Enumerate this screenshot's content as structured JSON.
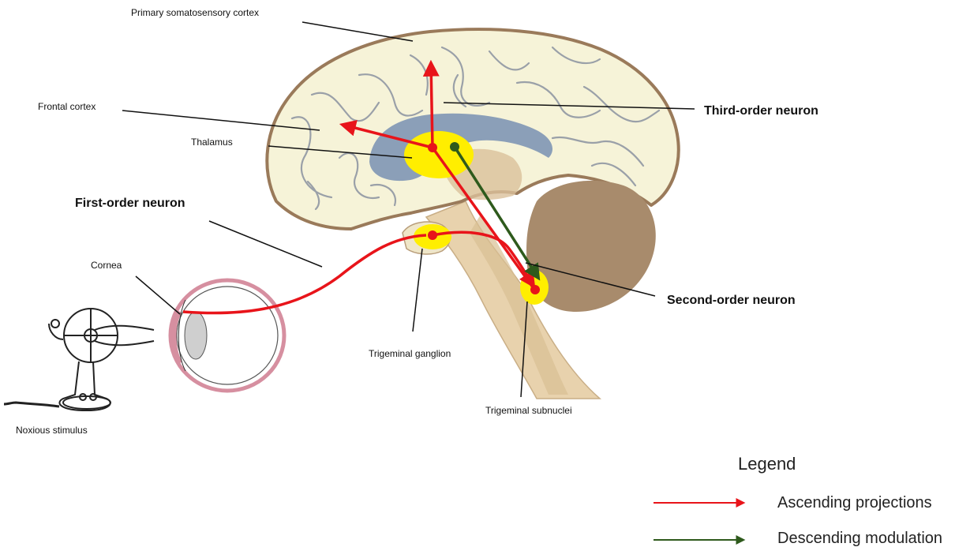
{
  "labels": {
    "primary_somatosensory_cortex": "Primary somatosensory cortex",
    "frontal_cortex": "Frontal cortex",
    "thalamus": "Thalamus",
    "third_order_neuron": "Third-order  neuron",
    "first_order_neuron": "First-order  neuron",
    "second_order_neuron": "Second-order  neuron",
    "cornea": "Cornea",
    "trigeminal_ganglion": "Trigeminal ganglion",
    "trigeminal_subnuclei": "Trigeminal subnuclei",
    "noxious_stimulus": "Noxious stimulus"
  },
  "legend": {
    "title": "Legend",
    "items": [
      {
        "label": "Ascending projections",
        "color": "#e8141a"
      },
      {
        "label": "Descending modulation",
        "color": "#2e5a1c"
      }
    ]
  },
  "colors": {
    "ascending": "#e8141a",
    "descending": "#2e5a1c",
    "brain_fill": "#f6f3d8",
    "brain_outline": "#9a7a5a",
    "ventricle": "#8b9fb8",
    "cerebellum": "#a88b6c",
    "nucleus_highlight": "#ffee00"
  }
}
